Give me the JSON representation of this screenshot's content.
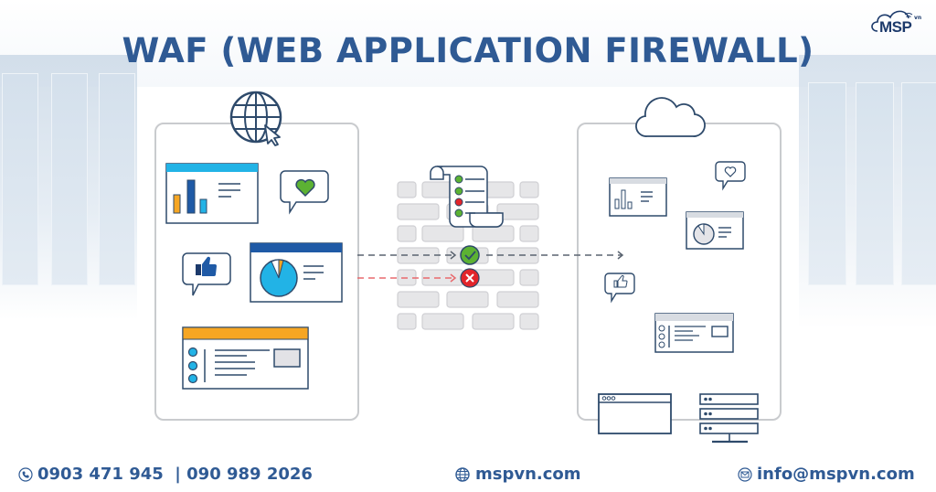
{
  "header": {
    "title": "WAF (WEB APPLICATION FIREWALL)",
    "logo": {
      "text": "MSP",
      "superscript": "vn",
      "icon": "cloud-wifi-icon"
    }
  },
  "diagram": {
    "left_panel": {
      "top_icon": "globe-cursor-icon",
      "items": [
        "bar-chart-window",
        "heart-speech-bubble",
        "thumbs-up-speech-bubble",
        "pie-chart-window",
        "list-window"
      ]
    },
    "firewall": {
      "icon": "brick-wall",
      "policy_document_icon": "checklist-scroll-icon",
      "checklist_status": [
        "green",
        "green",
        "red",
        "green"
      ],
      "allowed_traffic": {
        "status": "allowed",
        "icon": "check-icon",
        "color": "#5cb233"
      },
      "blocked_traffic": {
        "status": "blocked",
        "icon": "x-icon",
        "color": "#e2252b"
      }
    },
    "right_panel": {
      "top_icon": "cloud-icon",
      "items": [
        "bar-chart-window",
        "heart-speech-bubble",
        "pie-chart-window",
        "thumbs-up-speech-bubble",
        "list-window",
        "browser-window",
        "server-stack"
      ]
    },
    "colors": {
      "outline": "#2e4a6b",
      "accent_blue": "#1f5aa6",
      "light_blue": "#22b3e6",
      "orange": "#f6a623",
      "green": "#5cb233",
      "red": "#e2252b",
      "panel_border": "#c9cbce",
      "brick": "#e6e6e8"
    }
  },
  "footer": {
    "phone_icon": "phone-icon",
    "phone": "0903 471 945  | 090 989 2026",
    "web_icon": "globe-icon",
    "website": "mspvn.com",
    "email_icon": "mail-icon",
    "email": "info@mspvn.com"
  },
  "colors": {
    "brand": "#2f5a94"
  }
}
